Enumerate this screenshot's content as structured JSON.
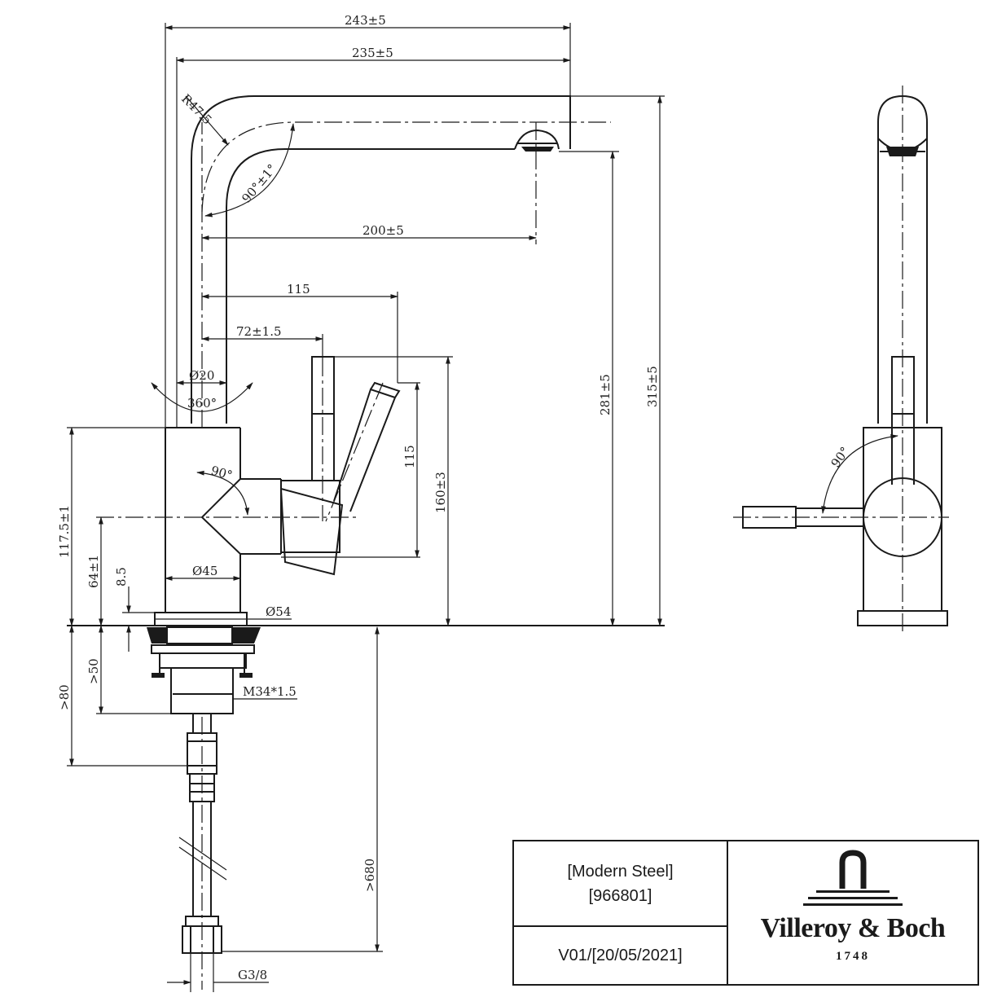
{
  "dimensions": {
    "w243": "243±5",
    "w235": "235±5",
    "r47": "R47.5",
    "a90": "90°±1°",
    "w200": "200±5",
    "w115": "115",
    "w72": "72±1.5",
    "d20": "Ø20",
    "rot360": "360°",
    "h115": "115",
    "h160": "160±3",
    "h281": "281±5",
    "h315": "315±5",
    "lever90": "90°",
    "h117": "117.5±1",
    "h64": "64±1",
    "h85": "8.5",
    "d45": "Ø45",
    "d54": "Ø54",
    "h50": ">50",
    "h80": ">80",
    "thread": "M34*1.5",
    "h680": ">680",
    "g38": "G3/8",
    "side90": "90°"
  },
  "title_block": {
    "product": "[Modern Steel]",
    "article": "[966801]",
    "version": "V01/[20/05/2021]",
    "brand": "Villeroy & Boch",
    "year": "1748"
  }
}
